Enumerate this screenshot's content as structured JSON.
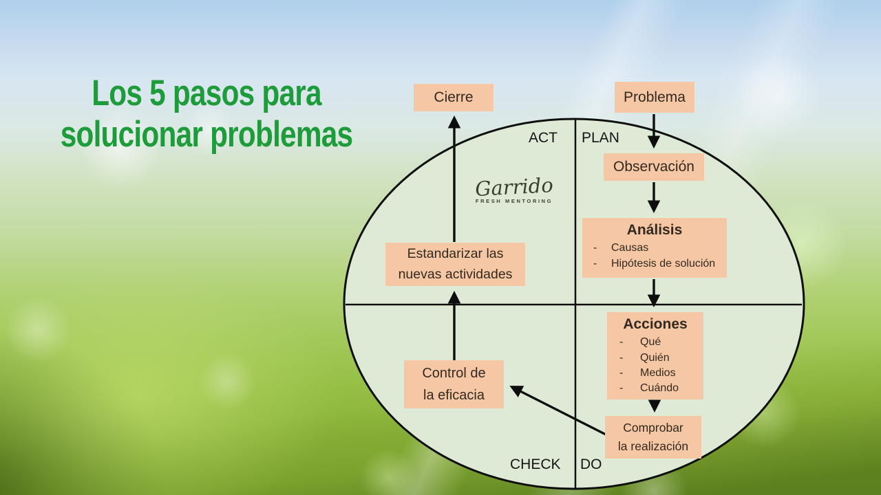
{
  "title": {
    "line1": "Los 5 pasos para",
    "line2": "solucionar problemas"
  },
  "logo": {
    "name": "Garrido",
    "tagline": "FRESH MENTORING"
  },
  "quadrants": {
    "act": "ACT",
    "plan": "PLAN",
    "check": "CHECK",
    "do": "DO"
  },
  "boxes": {
    "cierre": {
      "label": "Cierre"
    },
    "problema": {
      "label": "Problema"
    },
    "observacion": {
      "label": "Observación"
    },
    "analisis": {
      "title": "Análisis",
      "items": [
        "Causas",
        "Hipótesis de solución"
      ]
    },
    "acciones": {
      "title": "Acciones",
      "items": [
        "Qué",
        "Quién",
        "Medios",
        "Cuándo"
      ]
    },
    "comprobar": {
      "line1": "Comprobar",
      "line2": "la realización"
    },
    "control": {
      "line1": "Control de",
      "line2": "la eficacia"
    },
    "estandarizar": {
      "line1": "Estandarizar las",
      "line2": "nuevas actividades"
    }
  },
  "colors": {
    "title_green": "#1e9c3c",
    "box_fill": "#f5c7a4",
    "box_text": "#33291f",
    "ellipse_fill": "#dfead6",
    "line": "#0e0e0e"
  }
}
